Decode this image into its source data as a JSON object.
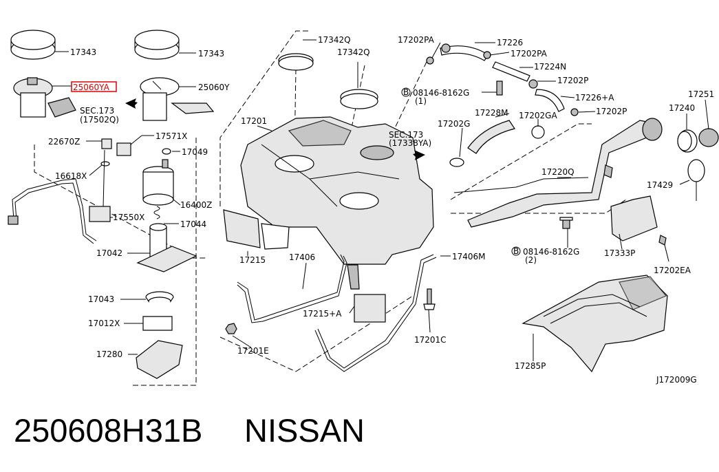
{
  "diagram": {
    "labels": {
      "l17343a": "17343",
      "l17343b": "17343",
      "l25060ya": "25060YA",
      "l25060y": "25060Y",
      "lsec1": "SEC.173",
      "lsec1b": "(17502Q)",
      "l17571x": "17571X",
      "l22670z": "22670Z",
      "l17049": "17049",
      "l16618x": "16618X",
      "l16400z": "16400Z",
      "l17550x": "17550X",
      "l17044": "17044",
      "l17042": "17042",
      "l17043": "17043",
      "l17012x": "17012X",
      "l17280": "17280",
      "l17342qa": "17342Q",
      "l17342qb": "17342Q",
      "l17201": "17201",
      "lsec2": "SEC.173",
      "lsec2b": "(17338YA)",
      "l17215": "17215",
      "l17406": "17406",
      "l17215a": "17215+A",
      "l17201e": "17201E",
      "l17406m": "17406M",
      "l17201c": "17201C",
      "l17202pa1": "17202PA",
      "l17226": "17226",
      "l17202pa2": "17202PA",
      "l17224n": "17224N",
      "l17202p1": "17202P",
      "lb1": "08146-8162G",
      "lb1q": "(1)",
      "l17226a": "17226+A",
      "l17202p2": "17202P",
      "l17228m": "17228M",
      "l17202g": "17202G",
      "l17202ga": "17202GA",
      "l17220q": "17220Q",
      "lb2": "08146-8162G",
      "lb2q": "(2)",
      "l17251": "17251",
      "l17240": "17240",
      "l17429": "17429",
      "l17333p": "17333P",
      "l17202ea": "17202EA",
      "l17285p": "17285P",
      "ldiag": "J172009G"
    },
    "bolt_symbol": "B"
  },
  "footer": {
    "part_number": "250608H31B",
    "brand": "NISSAN"
  }
}
